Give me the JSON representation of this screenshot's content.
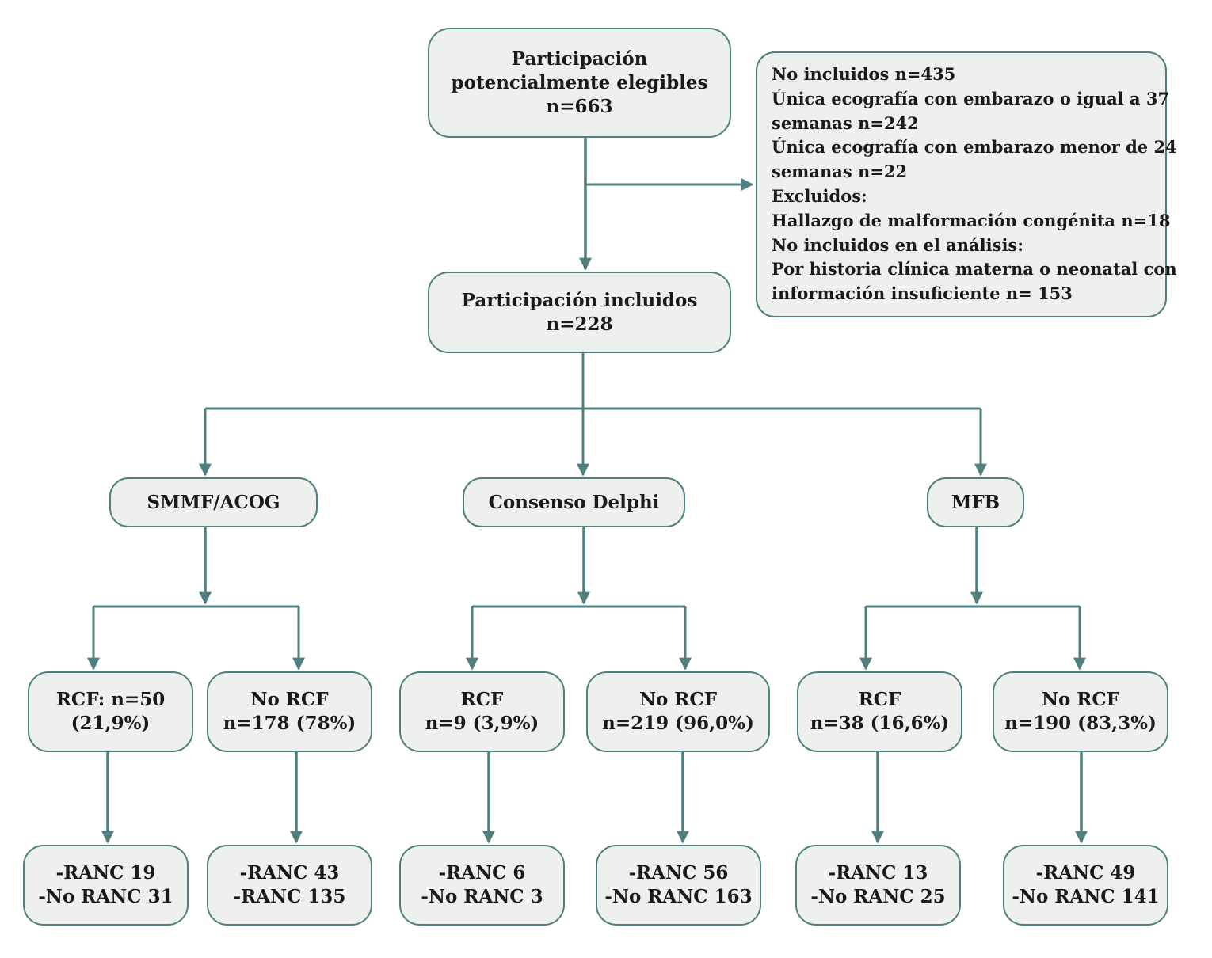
{
  "nodes": {
    "eligible": {
      "lines": [
        "Participación",
        "potencialmente elegibles",
        "n=663"
      ]
    },
    "included": {
      "lines": [
        "Participación incluidos",
        "n=228"
      ]
    },
    "excluded": {
      "lines": [
        "No incluidos n=435",
        "Única ecografía con embarazo o igual a 37",
        "semanas n=242",
        "Única ecografía con embarazo menor de 24",
        "semanas n=22",
        "Excluidos:",
        "Hallazgo de malformación congénita n=18",
        "No incluidos en el análisis:",
        "Por historia clínica materna o neonatal con",
        "información insuficiente n= 153"
      ]
    },
    "smmf": {
      "label": "SMMF/ACOG"
    },
    "delphi": {
      "label": "Consenso Delphi"
    },
    "mfb": {
      "label": "MFB"
    },
    "smmf_rcf": {
      "lines": [
        "RCF: n=50",
        "(21,9%)"
      ]
    },
    "smmf_norcf": {
      "lines": [
        "No RCF",
        "n=178 (78%)"
      ]
    },
    "delphi_rcf": {
      "lines": [
        "RCF",
        "n=9 (3,9%)"
      ]
    },
    "delphi_norcf": {
      "lines": [
        "No RCF",
        "n=219 (96,0%)"
      ]
    },
    "mfb_rcf": {
      "lines": [
        "RCF",
        "n=38 (16,6%)"
      ]
    },
    "mfb_norcf": {
      "lines": [
        "No RCF",
        "n=190 (83,3%)"
      ]
    },
    "smmf_rcf_out": {
      "lines": [
        "-RANC 19",
        "-No RANC 31"
      ]
    },
    "smmf_norcf_out": {
      "lines": [
        "-RANC 43",
        "-RANC 135"
      ]
    },
    "delphi_rcf_out": {
      "lines": [
        "-RANC 6",
        "-No RANC 3"
      ]
    },
    "delphi_norcf_out": {
      "lines": [
        "-RANC 56",
        "-No RANC 163"
      ]
    },
    "mfb_rcf_out": {
      "lines": [
        "-RANC 13",
        "-No RANC 25"
      ]
    },
    "mfb_norcf_out": {
      "lines": [
        "-RANC 49",
        "-No RANC 141"
      ]
    }
  },
  "colors": {
    "border": "#4f7f7f",
    "fill": "#eef0ee",
    "text": "#1a1a1a"
  }
}
